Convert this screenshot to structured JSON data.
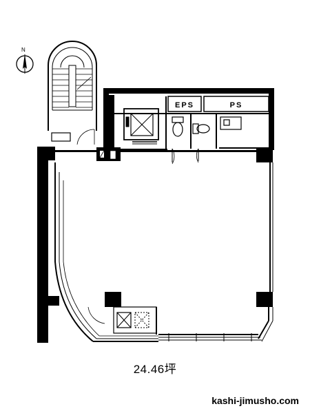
{
  "compass": {
    "label": "N"
  },
  "rooms": {
    "eps": "EPS",
    "ps": "PS"
  },
  "area": "24.46坪",
  "site": "kashi-jimusho.com"
}
